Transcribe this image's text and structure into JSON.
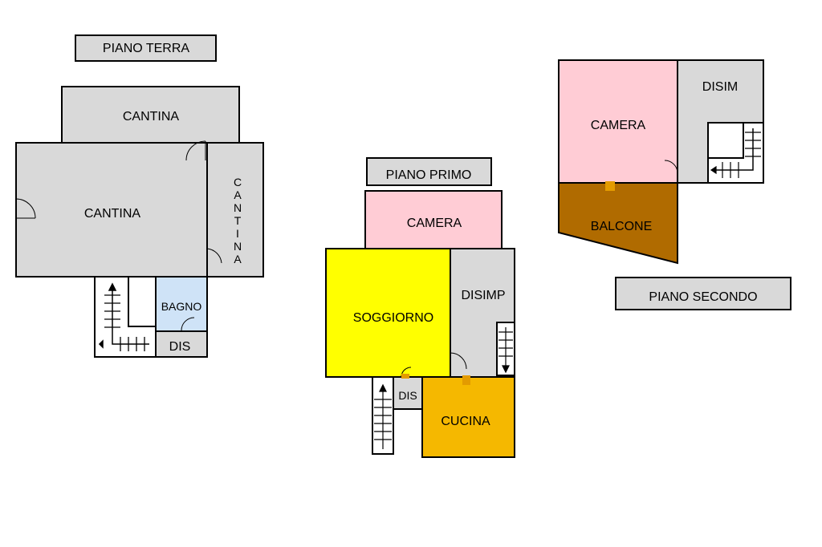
{
  "floors": {
    "ground": {
      "title": "PIANO TERRA",
      "rooms": {
        "cantina_top": "CANTINA",
        "cantina_main": "CANTINA",
        "cantina_side": [
          "C",
          "A",
          "N",
          "T",
          "I",
          "N",
          "A"
        ],
        "bagno": "BAGNO",
        "dis": "DIS"
      }
    },
    "first": {
      "title": "PIANO PRIMO",
      "rooms": {
        "camera": "CAMERA",
        "soggiorno": "SOGGIORNO",
        "disimp": "DISIMP",
        "dis": "DIS",
        "cucina": "CUCINA"
      }
    },
    "second": {
      "title": "PIANO SECONDO",
      "rooms": {
        "camera": "CAMERA",
        "disim": "DISIM",
        "balcone": "BALCONE"
      }
    }
  },
  "colors": {
    "grey_room": "#d9d9d9",
    "camera_pink": "#ffccd5",
    "soggiorno_yellow": "#ffff00",
    "cucina_orange": "#f5b800",
    "balcone_brown": "#b06b00",
    "bagno_blue": "#cfe3f7",
    "wall": "#000000",
    "door_orange": "#e39b00"
  }
}
